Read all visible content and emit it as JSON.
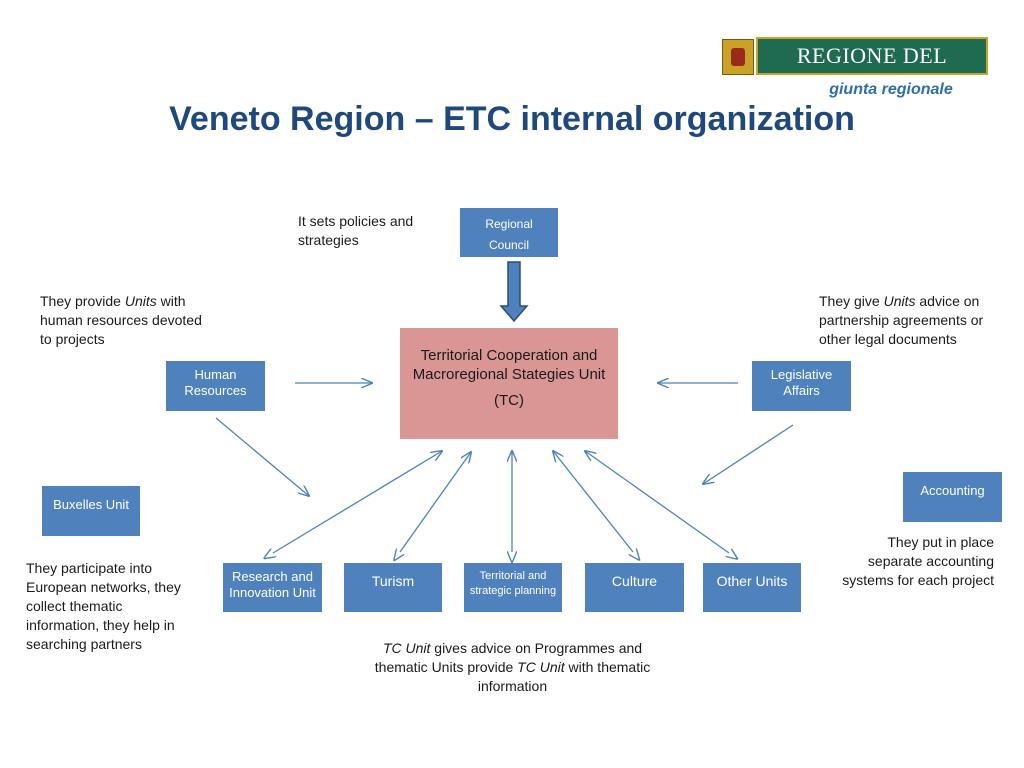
{
  "logo": {
    "main_text": "REGIONE DEL VENETO",
    "sub_text": "giunta regionale"
  },
  "title": "Veneto Region – ETC internal organization",
  "regional_council": "Regional Council",
  "center_unit": {
    "line1": "Territorial Cooperation and Macroregional Stategies Unit",
    "line2": "(TC)"
  },
  "human_resources": "Human Resources",
  "legislative_affairs": "Legislative Affairs",
  "buxelles_unit": "Buxelles Unit",
  "accounting": "Accounting",
  "thematic_units": [
    "Research and Innovation Unit",
    "Turism",
    "Territorial and strategic planning",
    "Culture",
    "Other Units"
  ],
  "notes": {
    "council_note": "It sets policies and strategies",
    "hr_note_pre": "They provide ",
    "hr_note_em": "Units",
    "hr_note_post": " with human resources devoted to projects",
    "legal_note_pre": "They give ",
    "legal_note_em": "Units",
    "legal_note_post": " advice on partnership agreements or other legal documents",
    "brussels_note": "They participate into European networks, they collect thematic information, they help in searching partners",
    "accounting_note": "They put in place separate accounting systems for each project",
    "bottom_note_em1": "TC Unit",
    "bottom_note_mid": " gives advice on Programmes and thematic Units provide ",
    "bottom_note_em2": "TC Unit",
    "bottom_note_post": " with thematic information"
  },
  "colors": {
    "box_blue": "#4F81BD",
    "center_pink": "#D99694",
    "title_blue": "#1F497D",
    "arrow_blue": "#4F81BD"
  }
}
